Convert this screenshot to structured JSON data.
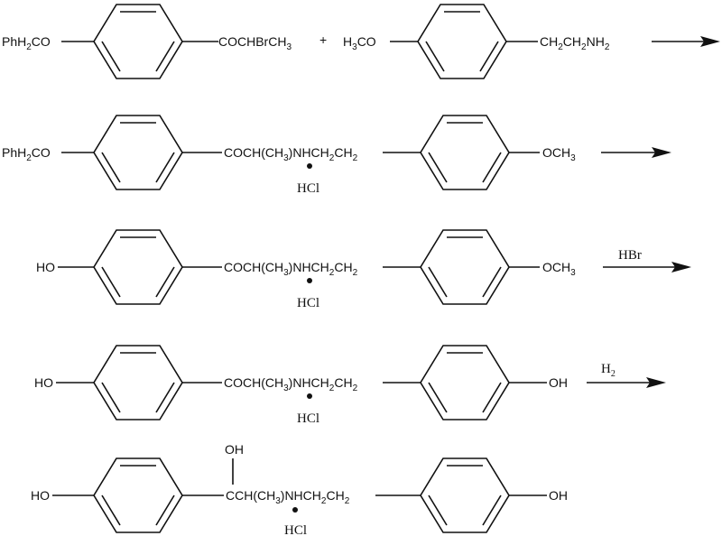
{
  "steps": [
    {
      "left_sub": [
        "PhH",
        "2",
        "CO"
      ],
      "right_sub": [
        "COCHBrCH",
        "3"
      ],
      "plus": "+",
      "reagent_left": [
        "H",
        "3",
        "CO"
      ],
      "reagent_right": [
        "CH",
        "2",
        "CH",
        "2",
        "NH",
        "2"
      ]
    },
    {
      "left_sub": [
        "PhH",
        "2",
        "CO"
      ],
      "chain": [
        "COCH(CH",
        "3",
        ")NHCH",
        "2",
        "CH",
        "2"
      ],
      "salt": "HCl",
      "right_sub": [
        "OCH",
        "3"
      ]
    },
    {
      "left_sub": "HO",
      "chain": [
        "COCH(CH",
        "3",
        ")NHCH",
        "2",
        "CH",
        "2"
      ],
      "salt": "HCl",
      "right_sub": [
        "OCH",
        "3"
      ],
      "reagent": "HBr"
    },
    {
      "left_sub": "HO",
      "chain": [
        "COCH(CH",
        "3",
        ")NHCH",
        "2",
        "CH",
        "2"
      ],
      "salt": "HCl",
      "right_sub": "OH",
      "reagent": [
        "H",
        "2"
      ]
    },
    {
      "left_sub": "HO",
      "oh_label": "OH",
      "chain": [
        "CCH(CH",
        "3",
        ")NHCH",
        "2",
        "CH",
        "2"
      ],
      "salt": "HCl",
      "right_sub": "OH"
    }
  ]
}
